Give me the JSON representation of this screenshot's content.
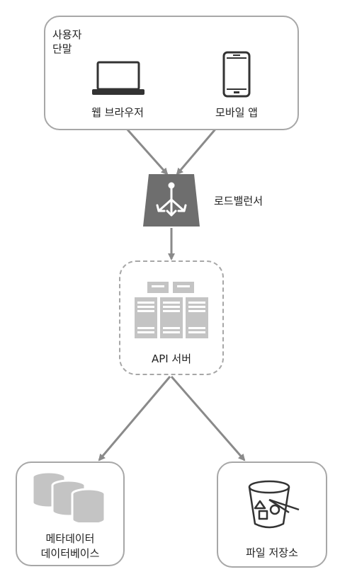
{
  "client": {
    "group_label_line1": "사용자",
    "group_label_line2": "단말",
    "web_browser_label": "웹 브라우저",
    "mobile_app_label": "모바일 앱"
  },
  "load_balancer": {
    "label": "로드밸런서"
  },
  "api_server": {
    "label": "API 서버"
  },
  "metadata_db": {
    "label_line1": "메타데이터",
    "label_line2": "데이터베이스"
  },
  "file_storage": {
    "label": "파일 저장소"
  },
  "colors": {
    "border": "#a7a7a7",
    "arrow": "#8a8a8a",
    "icon_dark": "#333333",
    "lb_fill": "#6e6e6e",
    "server_fill": "#c4c4c4"
  },
  "icons": [
    "laptop-icon",
    "tablet-icon",
    "load-balancer-icon",
    "server-rack-icon",
    "database-stack-icon",
    "storage-bucket-icon"
  ]
}
